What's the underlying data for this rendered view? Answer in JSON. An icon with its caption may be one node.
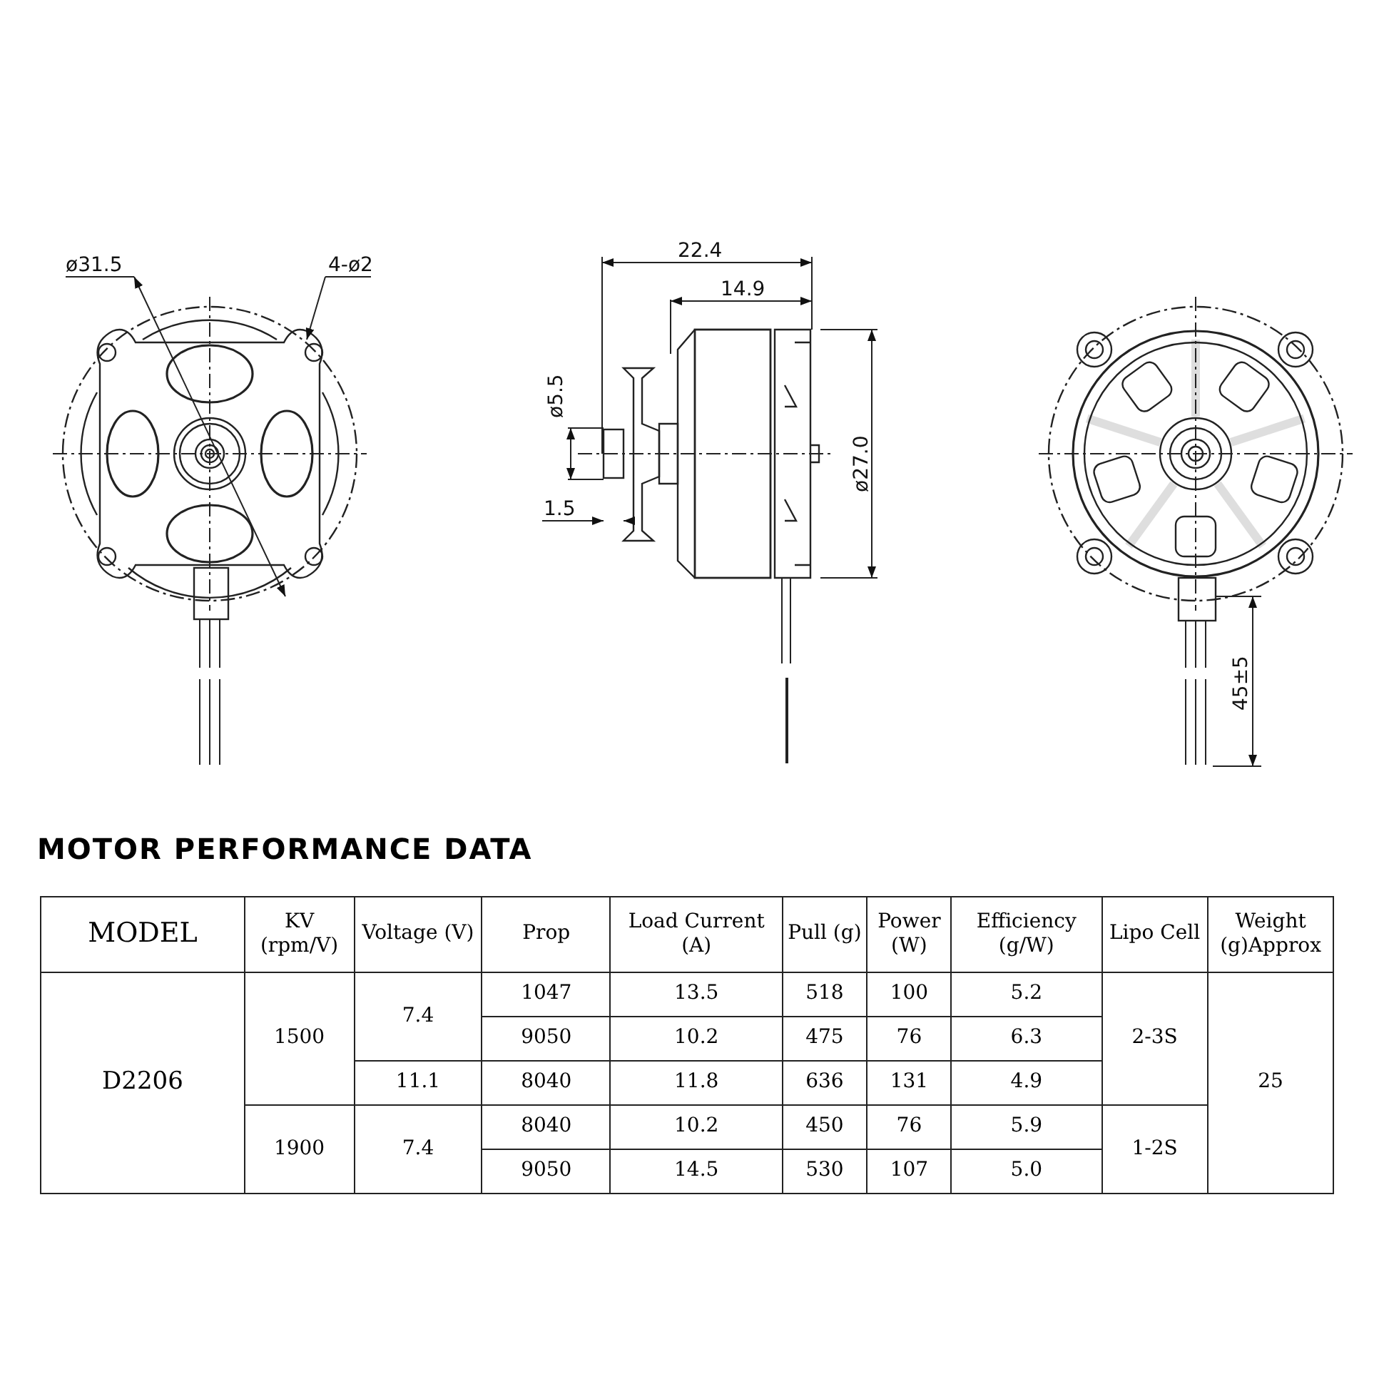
{
  "diagram": {
    "title": "MOTOR PERFORMANCE DATA",
    "labels": [
      "ø31.5",
      "4-ø2",
      "22.4",
      "14.9",
      "ø5.5",
      "1.5",
      "ø27.0",
      "45±5",
      "MODEL",
      "KV (rpm/V)",
      "Voltage (V)",
      "Prop",
      "Load Current (A)",
      "Pull (g)",
      "Power (W)",
      "Efficiency (g/W)",
      "Lipo Cell",
      "Weight (g)Approx",
      "D2206",
      "1500",
      "7.4",
      "1047",
      "13.5",
      "518",
      "100",
      "5.2",
      "2-3S",
      "25",
      "9050",
      "10.2",
      "475",
      "76",
      "6.3",
      "11.1",
      "8040",
      "11.8",
      "636",
      "131",
      "4.9",
      "1900",
      "7.4",
      "8040",
      "10.2",
      "450",
      "76",
      "5.9",
      "1-2S",
      "9050",
      "14.5",
      "530",
      "107",
      "5.0"
    ]
  }
}
